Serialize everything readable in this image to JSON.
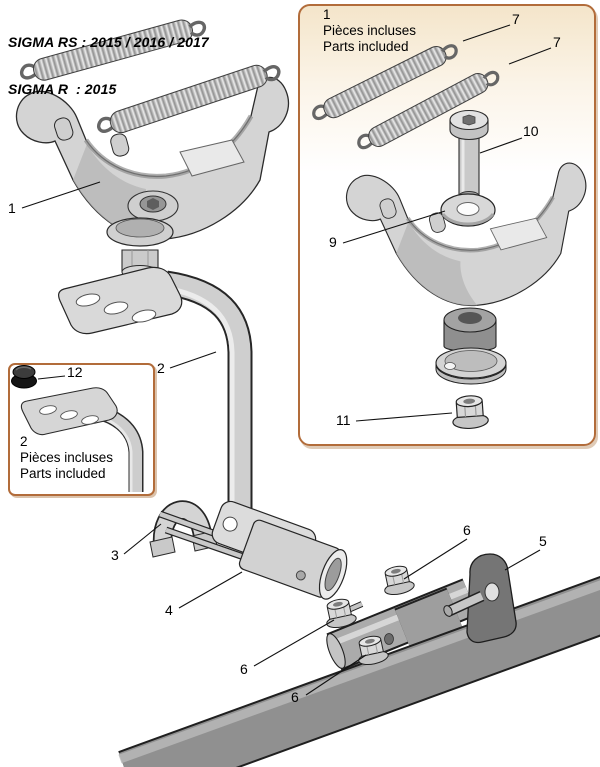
{
  "header": {
    "line1": "SIGMA RS : 2015 / 2016 / 2017",
    "line2": "SIGMA R  : 2015"
  },
  "insets": {
    "right": {
      "number": "1",
      "fr": "Pièces incluses",
      "en": "Parts included"
    },
    "left": {
      "number": "2",
      "fr": "Pièces incluses",
      "en": "Parts included"
    }
  },
  "callouts": {
    "main": [
      {
        "label": "1"
      },
      {
        "label": "2"
      },
      {
        "label": "3"
      },
      {
        "label": "4"
      },
      {
        "label": "6"
      },
      {
        "label": "6"
      },
      {
        "label": "6"
      },
      {
        "label": "5"
      }
    ],
    "right_inset": [
      {
        "label": "7"
      },
      {
        "label": "7"
      },
      {
        "label": "10"
      },
      {
        "label": "9"
      },
      {
        "label": "11"
      }
    ],
    "left_inset": [
      {
        "label": "12"
      }
    ]
  },
  "colors": {
    "inset_border": "#b26c3a",
    "inset_fill_top": "#f4e5ca",
    "outline": "#1a1a1a",
    "metal_light": "#d6d6d6",
    "metal_mid": "#ababab",
    "metal_dark": "#8e8e8e",
    "tube_dark": "#8a8a8a",
    "plug_black": "#1c1c1c"
  }
}
